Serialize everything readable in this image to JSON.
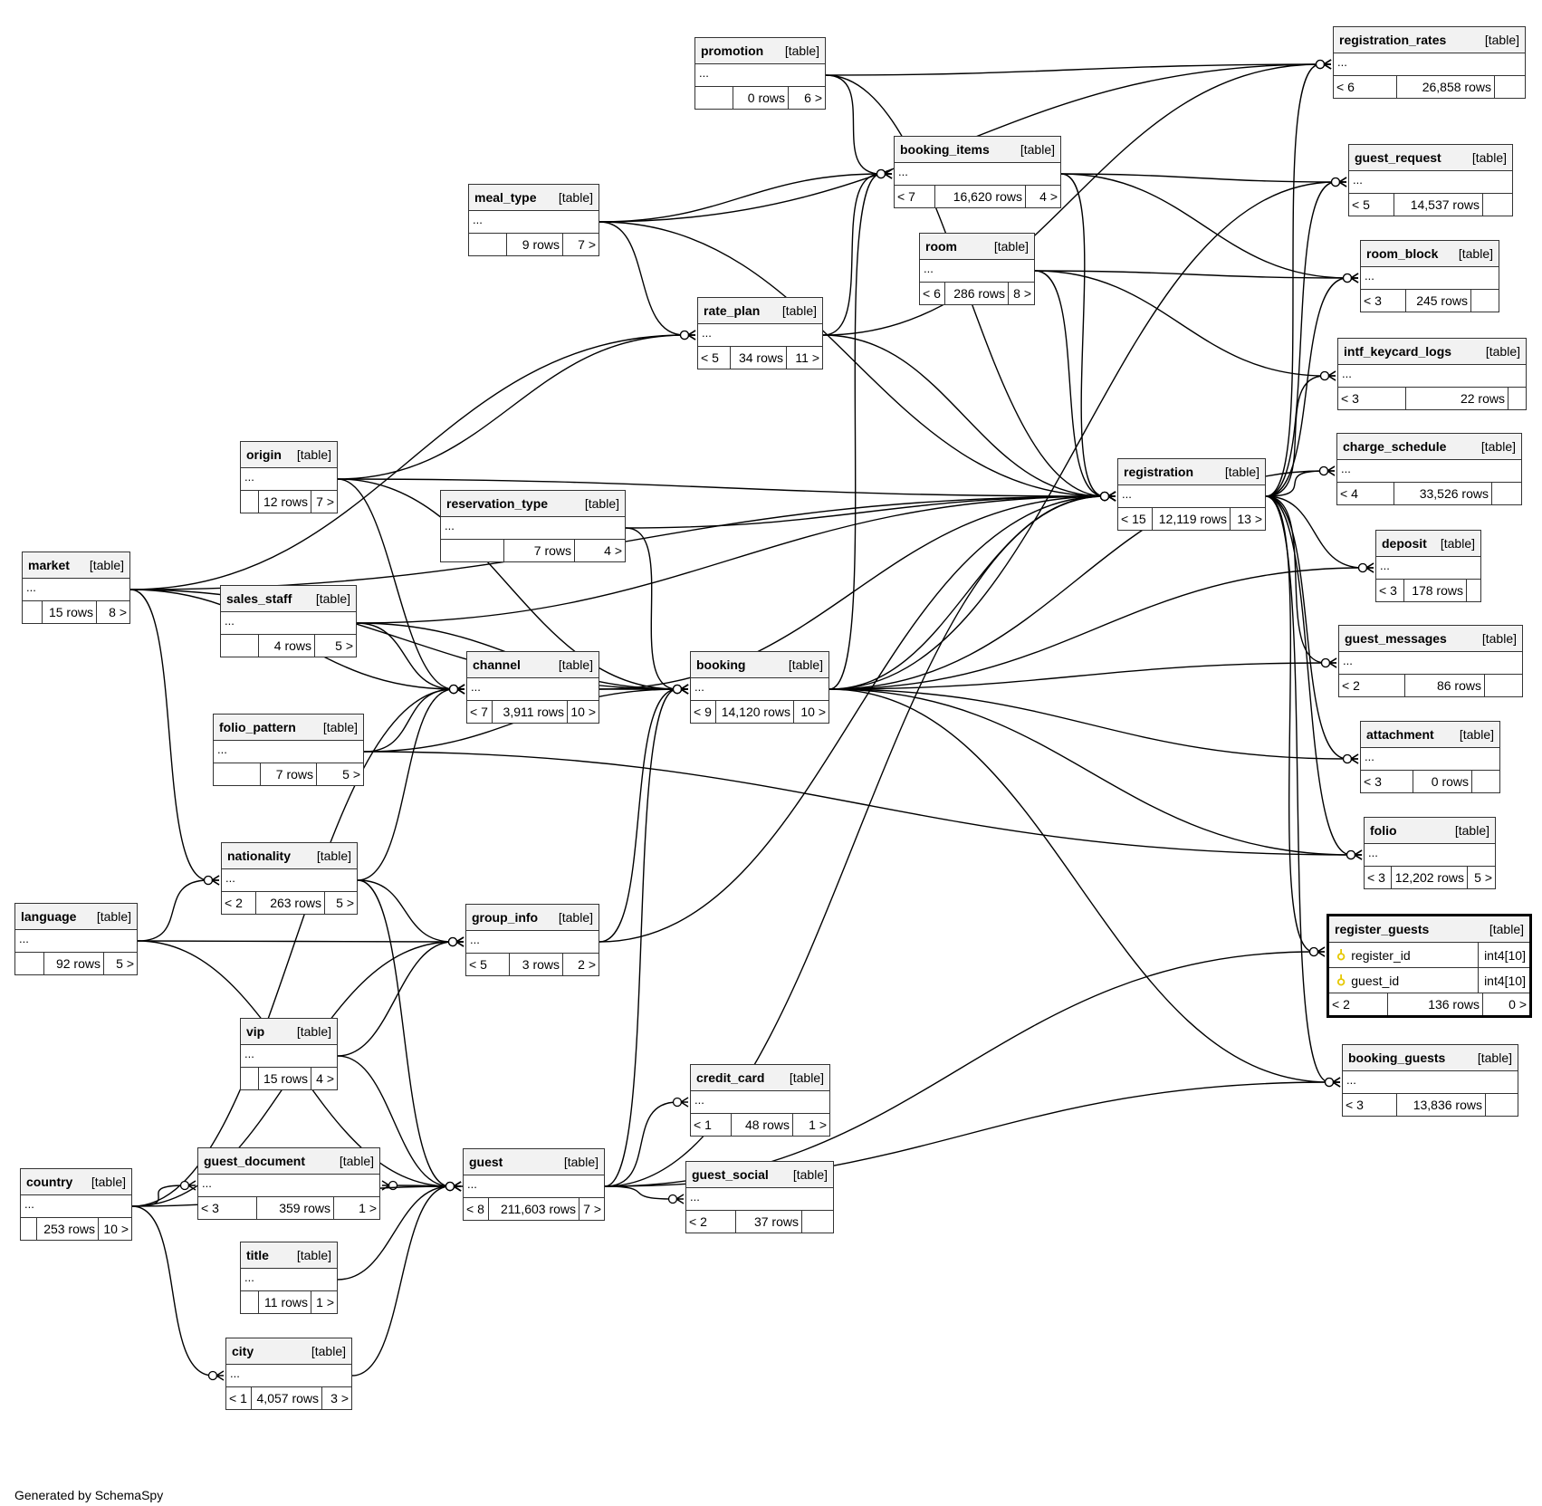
{
  "diagram": {
    "type": "schema-relationships",
    "footer": "Generated by SchemaSpy",
    "focus_table": "register_guests",
    "tables": [
      {
        "id": "promotion",
        "name": "promotion",
        "kind": "[table]",
        "body": "...",
        "parents": "",
        "rows": "0 rows",
        "children": "6 >"
      },
      {
        "id": "registration_rates",
        "name": "registration_rates",
        "kind": "[table]",
        "body": "...",
        "parents": "< 6",
        "rows": "26,858 rows",
        "children": ""
      },
      {
        "id": "booking_items",
        "name": "booking_items",
        "kind": "[table]",
        "body": "...",
        "parents": "< 7",
        "rows": "16,620 rows",
        "children": "4 >"
      },
      {
        "id": "guest_request",
        "name": "guest_request",
        "kind": "[table]",
        "body": "...",
        "parents": "< 5",
        "rows": "14,537 rows",
        "children": ""
      },
      {
        "id": "meal_type",
        "name": "meal_type",
        "kind": "[table]",
        "body": "...",
        "parents": "",
        "rows": "9 rows",
        "children": "7 >"
      },
      {
        "id": "room",
        "name": "room",
        "kind": "[table]",
        "body": "...",
        "parents": "< 6",
        "rows": "286 rows",
        "children": "8 >"
      },
      {
        "id": "room_block",
        "name": "room_block",
        "kind": "[table]",
        "body": "...",
        "parents": "< 3",
        "rows": "245 rows",
        "children": ""
      },
      {
        "id": "rate_plan",
        "name": "rate_plan",
        "kind": "[table]",
        "body": "...",
        "parents": "< 5",
        "rows": "34 rows",
        "children": "11 >"
      },
      {
        "id": "intf_keycard_logs",
        "name": "intf_keycard_logs",
        "kind": "[table]",
        "body": "...",
        "parents": "< 3",
        "rows": "22 rows",
        "children": ""
      },
      {
        "id": "origin",
        "name": "origin",
        "kind": "[table]",
        "body": "...",
        "parents": "",
        "rows": "12 rows",
        "children": "7 >"
      },
      {
        "id": "registration",
        "name": "registration",
        "kind": "[table]",
        "body": "...",
        "parents": "< 15",
        "rows": "12,119 rows",
        "children": "13 >"
      },
      {
        "id": "charge_schedule",
        "name": "charge_schedule",
        "kind": "[table]",
        "body": "...",
        "parents": "< 4",
        "rows": "33,526 rows",
        "children": ""
      },
      {
        "id": "reservation_type",
        "name": "reservation_type",
        "kind": "[table]",
        "body": "...",
        "parents": "",
        "rows": "7 rows",
        "children": "4 >"
      },
      {
        "id": "deposit",
        "name": "deposit",
        "kind": "[table]",
        "body": "...",
        "parents": "< 3",
        "rows": "178 rows",
        "children": ""
      },
      {
        "id": "market",
        "name": "market",
        "kind": "[table]",
        "body": "...",
        "parents": "",
        "rows": "15 rows",
        "children": "8 >"
      },
      {
        "id": "sales_staff",
        "name": "sales_staff",
        "kind": "[table]",
        "body": "...",
        "parents": "",
        "rows": "4 rows",
        "children": "5 >"
      },
      {
        "id": "guest_messages",
        "name": "guest_messages",
        "kind": "[table]",
        "body": "...",
        "parents": "< 2",
        "rows": "86 rows",
        "children": ""
      },
      {
        "id": "channel",
        "name": "channel",
        "kind": "[table]",
        "body": "...",
        "parents": "< 7",
        "rows": "3,911 rows",
        "children": "10 >"
      },
      {
        "id": "booking",
        "name": "booking",
        "kind": "[table]",
        "body": "...",
        "parents": "< 9",
        "rows": "14,120 rows",
        "children": "10 >"
      },
      {
        "id": "folio_pattern",
        "name": "folio_pattern",
        "kind": "[table]",
        "body": "...",
        "parents": "",
        "rows": "7 rows",
        "children": "5 >"
      },
      {
        "id": "attachment",
        "name": "attachment",
        "kind": "[table]",
        "body": "...",
        "parents": "< 3",
        "rows": "0 rows",
        "children": ""
      },
      {
        "id": "nationality",
        "name": "nationality",
        "kind": "[table]",
        "body": "...",
        "parents": "< 2",
        "rows": "263 rows",
        "children": "5 >"
      },
      {
        "id": "folio",
        "name": "folio",
        "kind": "[table]",
        "body": "...",
        "parents": "< 3",
        "rows": "12,202 rows",
        "children": "5 >"
      },
      {
        "id": "language",
        "name": "language",
        "kind": "[table]",
        "body": "...",
        "parents": "",
        "rows": "92 rows",
        "children": "5 >"
      },
      {
        "id": "group_info",
        "name": "group_info",
        "kind": "[table]",
        "body": "...",
        "parents": "< 5",
        "rows": "3 rows",
        "children": "2 >"
      },
      {
        "id": "register_guests",
        "name": "register_guests",
        "kind": "[table]",
        "columns": [
          {
            "name": "register_id",
            "type": "int4[10]",
            "key": "primary-key"
          },
          {
            "name": "guest_id",
            "type": "int4[10]",
            "key": "primary-key"
          }
        ],
        "parents": "< 2",
        "rows": "136 rows",
        "children": "0 >"
      },
      {
        "id": "vip",
        "name": "vip",
        "kind": "[table]",
        "body": "...",
        "parents": "",
        "rows": "15 rows",
        "children": "4 >"
      },
      {
        "id": "booking_guests",
        "name": "booking_guests",
        "kind": "[table]",
        "body": "...",
        "parents": "< 3",
        "rows": "13,836 rows",
        "children": ""
      },
      {
        "id": "credit_card",
        "name": "credit_card",
        "kind": "[table]",
        "body": "...",
        "parents": "< 1",
        "rows": "48 rows",
        "children": "1 >"
      },
      {
        "id": "guest_document",
        "name": "guest_document",
        "kind": "[table]",
        "body": "...",
        "parents": "< 3",
        "rows": "359 rows",
        "children": "1 >"
      },
      {
        "id": "country",
        "name": "country",
        "kind": "[table]",
        "body": "...",
        "parents": "",
        "rows": "253 rows",
        "children": "10 >"
      },
      {
        "id": "guest",
        "name": "guest",
        "kind": "[table]",
        "body": "...",
        "parents": "< 8",
        "rows": "211,603 rows",
        "children": "7 >"
      },
      {
        "id": "guest_social",
        "name": "guest_social",
        "kind": "[table]",
        "body": "...",
        "parents": "< 2",
        "rows": "37 rows",
        "children": ""
      },
      {
        "id": "title",
        "name": "title",
        "kind": "[table]",
        "body": "...",
        "parents": "",
        "rows": "11 rows",
        "children": "1 >"
      },
      {
        "id": "city",
        "name": "city",
        "kind": "[table]",
        "body": "...",
        "parents": "< 1",
        "rows": "4,057 rows",
        "children": "3 >"
      }
    ],
    "relationships": [
      [
        "promotion",
        "registration_rates"
      ],
      [
        "promotion",
        "booking_items"
      ],
      [
        "promotion",
        "registration"
      ],
      [
        "meal_type",
        "booking_items"
      ],
      [
        "meal_type",
        "rate_plan"
      ],
      [
        "meal_type",
        "registration_rates"
      ],
      [
        "meal_type",
        "registration"
      ],
      [
        "booking_items",
        "guest_request"
      ],
      [
        "booking_items",
        "room_block"
      ],
      [
        "booking_items",
        "registration"
      ],
      [
        "room",
        "room_block"
      ],
      [
        "room",
        "registration"
      ],
      [
        "room",
        "intf_keycard_logs"
      ],
      [
        "rate_plan",
        "booking_items"
      ],
      [
        "rate_plan",
        "registration"
      ],
      [
        "rate_plan",
        "registration_rates"
      ],
      [
        "origin",
        "rate_plan"
      ],
      [
        "origin",
        "registration"
      ],
      [
        "origin",
        "channel"
      ],
      [
        "origin",
        "booking"
      ],
      [
        "reservation_type",
        "registration"
      ],
      [
        "reservation_type",
        "booking"
      ],
      [
        "market",
        "rate_plan"
      ],
      [
        "market",
        "registration"
      ],
      [
        "market",
        "channel"
      ],
      [
        "market",
        "booking"
      ],
      [
        "market",
        "nationality"
      ],
      [
        "sales_staff",
        "channel"
      ],
      [
        "sales_staff",
        "booking"
      ],
      [
        "sales_staff",
        "registration"
      ],
      [
        "channel",
        "booking"
      ],
      [
        "channel",
        "registration"
      ],
      [
        "folio_pattern",
        "channel"
      ],
      [
        "folio_pattern",
        "booking"
      ],
      [
        "folio_pattern",
        "folio"
      ],
      [
        "nationality",
        "channel"
      ],
      [
        "nationality",
        "group_info"
      ],
      [
        "nationality",
        "guest"
      ],
      [
        "language",
        "nationality"
      ],
      [
        "language",
        "group_info"
      ],
      [
        "language",
        "guest"
      ],
      [
        "booking",
        "registration"
      ],
      [
        "booking",
        "booking_items"
      ],
      [
        "booking",
        "guest_request"
      ],
      [
        "booking",
        "charge_schedule"
      ],
      [
        "booking",
        "guest_messages"
      ],
      [
        "booking",
        "attachment"
      ],
      [
        "booking",
        "folio"
      ],
      [
        "booking",
        "booking_guests"
      ],
      [
        "booking",
        "deposit"
      ],
      [
        "registration",
        "registration_rates"
      ],
      [
        "registration",
        "guest_request"
      ],
      [
        "registration",
        "room_block"
      ],
      [
        "registration",
        "intf_keycard_logs"
      ],
      [
        "registration",
        "charge_schedule"
      ],
      [
        "registration",
        "deposit"
      ],
      [
        "registration",
        "guest_messages"
      ],
      [
        "registration",
        "attachment"
      ],
      [
        "registration",
        "folio"
      ],
      [
        "registration",
        "register_guests"
      ],
      [
        "registration",
        "booking_guests"
      ],
      [
        "group_info",
        "booking"
      ],
      [
        "group_info",
        "registration"
      ],
      [
        "vip",
        "group_info"
      ],
      [
        "vip",
        "guest"
      ],
      [
        "guest",
        "registration"
      ],
      [
        "guest",
        "booking"
      ],
      [
        "guest",
        "credit_card"
      ],
      [
        "guest",
        "guest_social"
      ],
      [
        "guest",
        "register_guests"
      ],
      [
        "guest",
        "booking_guests"
      ],
      [
        "guest",
        "guest_document"
      ],
      [
        "title",
        "guest"
      ],
      [
        "country",
        "channel"
      ],
      [
        "country",
        "group_info"
      ],
      [
        "country",
        "guest"
      ],
      [
        "country",
        "city"
      ],
      [
        "country",
        "guest_document"
      ],
      [
        "city",
        "guest"
      ]
    ]
  }
}
